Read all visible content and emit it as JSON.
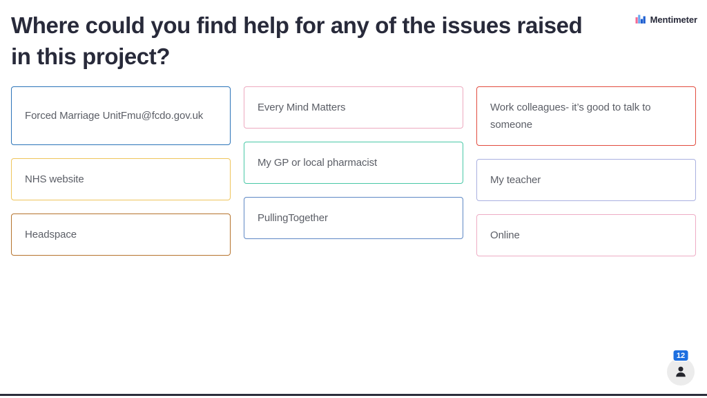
{
  "header": {
    "question_title": "Where could you find help for any of the issues raised in this project?",
    "brand_name": "Mentimeter",
    "brand_mark_icon": "mentimeter-bar-chart-logo-icon",
    "brand_colors": {
      "pink": "#f46a93",
      "blue": "#1f5fd0",
      "light_blue": "#6aa8f0"
    }
  },
  "responses": {
    "columns": [
      {
        "column_label": "column-1",
        "cards": [
          {
            "text": "Forced Marriage UnitFmu@fcdo.gov.uk",
            "border_color": "#2a73b8",
            "lines": 2
          },
          {
            "text": "NHS website",
            "border_color": "#efc45a",
            "lines": 1
          },
          {
            "text": "Headspace",
            "border_color": "#b5722b",
            "lines": 1
          }
        ]
      },
      {
        "column_label": "column-2",
        "cards": [
          {
            "text": "Every Mind Matters",
            "border_color": "#eda9bf",
            "lines": 1
          },
          {
            "text": "My GP or local pharmacist",
            "border_color": "#48c8a6",
            "lines": 1
          },
          {
            "text": "PullingTogether",
            "border_color": "#5d87c4",
            "lines": 1
          }
        ]
      },
      {
        "column_label": "column-3",
        "cards": [
          {
            "text": "Work colleagues- it’s good to talk to someone",
            "border_color": "#e24b3e",
            "lines": 2
          },
          {
            "text": "My teacher",
            "border_color": "#a9b0e0",
            "lines": 1
          },
          {
            "text": "Online",
            "border_color": "#eeacc4",
            "lines": 1
          }
        ]
      }
    ]
  },
  "footer": {
    "participant_count": "12",
    "participant_icon": "person-icon",
    "badge_color": "#1d6fe0",
    "avatar_background": "#ececec",
    "bottom_bar_color": "#2b2d3a"
  }
}
